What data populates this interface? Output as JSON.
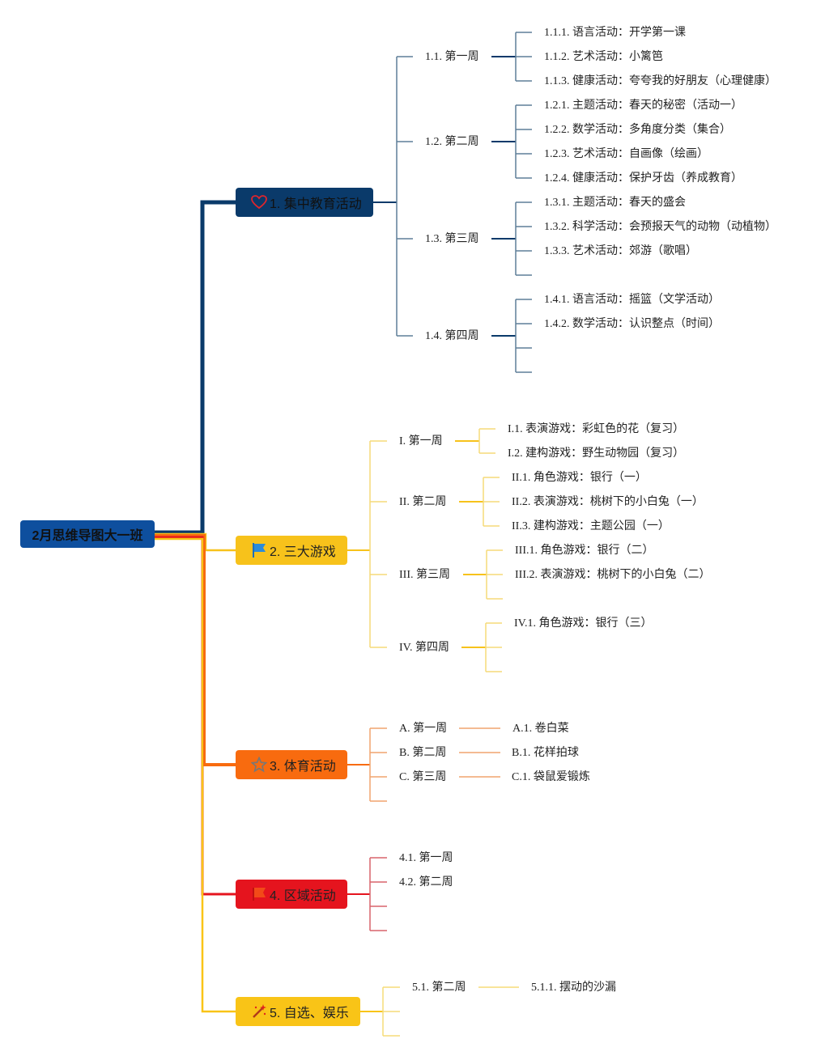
{
  "colors": {
    "root": "#0E4F9E",
    "b1": "#0A3A6A",
    "b2": "#F7C21B",
    "b3": "#F86B0F",
    "b4": "#E5141E",
    "b5": "#F9C417",
    "l1": "#5E7E98",
    "l2": "#F6DA79",
    "l3": "#F1A46E",
    "l4": "#D9636B",
    "l5": "#F6DC78"
  },
  "root": {
    "label": "2月思维导图大一班"
  },
  "branches": [
    {
      "label": "1. 集中教育活动",
      "icon": "heart-icon",
      "children": [
        {
          "label": "1.1. 第一周",
          "items": [
            "1.1.1. 语言活动：开学第一课",
            "1.1.2. 艺术活动：小篱笆",
            "1.1.3. 健康活动：夸夸我的好朋友（心理健康）"
          ]
        },
        {
          "label": "1.2. 第二周",
          "items": [
            "1.2.1. 主题活动：春天的秘密（活动一）",
            "1.2.2. 数学活动：多角度分类（集合）",
            "1.2.3. 艺术活动：自画像（绘画）",
            "1.2.4. 健康活动：保护牙齿（养成教育）"
          ]
        },
        {
          "label": "1.3. 第三周",
          "items": [
            "1.3.1. 主题活动：春天的盛会",
            "1.3.2. 科学活动：会预报天气的动物（动植物）",
            "1.3.3. 艺术活动：郊游（歌唱）"
          ]
        },
        {
          "label": "1.4. 第四周",
          "items": [
            "1.4.1. 语言活动：摇篮（文学活动）",
            "1.4.2. 数学活动：认识整点（时间）"
          ]
        }
      ]
    },
    {
      "label": "2. 三大游戏",
      "icon": "flag-icon",
      "children": [
        {
          "label": "I. 第一周",
          "items": [
            "I.1. 表演游戏：彩虹色的花（复习）",
            "I.2. 建构游戏：野生动物园（复习）"
          ]
        },
        {
          "label": "II. 第二周",
          "items": [
            "II.1. 角色游戏：银行（一）",
            "II.2. 表演游戏：桃树下的小白兔（一）",
            "II.3. 建构游戏：主题公园（一）"
          ]
        },
        {
          "label": "III. 第三周",
          "items": [
            "III.1. 角色游戏：银行（二）",
            "III.2. 表演游戏：桃树下的小白兔（二）"
          ]
        },
        {
          "label": "IV. 第四周",
          "items": [
            "IV.1. 角色游戏：银行（三）"
          ]
        }
      ]
    },
    {
      "label": "3. 体育活动",
      "icon": "star-icon",
      "children": [
        {
          "label": "A. 第一周",
          "items": [
            "A.1. 卷白菜"
          ]
        },
        {
          "label": "B. 第二周",
          "items": [
            "B.1. 花样拍球"
          ]
        },
        {
          "label": "C. 第三周",
          "items": [
            "C.1. 袋鼠爱锻炼"
          ]
        }
      ]
    },
    {
      "label": "4. 区域活动",
      "icon": "banner-flag-icon",
      "children": [
        {
          "label": "4.1. 第一周",
          "items": []
        },
        {
          "label": "4.2. 第二周",
          "items": []
        }
      ]
    },
    {
      "label": "5. 自选、娱乐",
      "icon": "magic-wand-icon",
      "children": [
        {
          "label": "5.1. 第二周",
          "items": [
            "5.1.1. 摆动的沙漏"
          ]
        }
      ]
    }
  ]
}
